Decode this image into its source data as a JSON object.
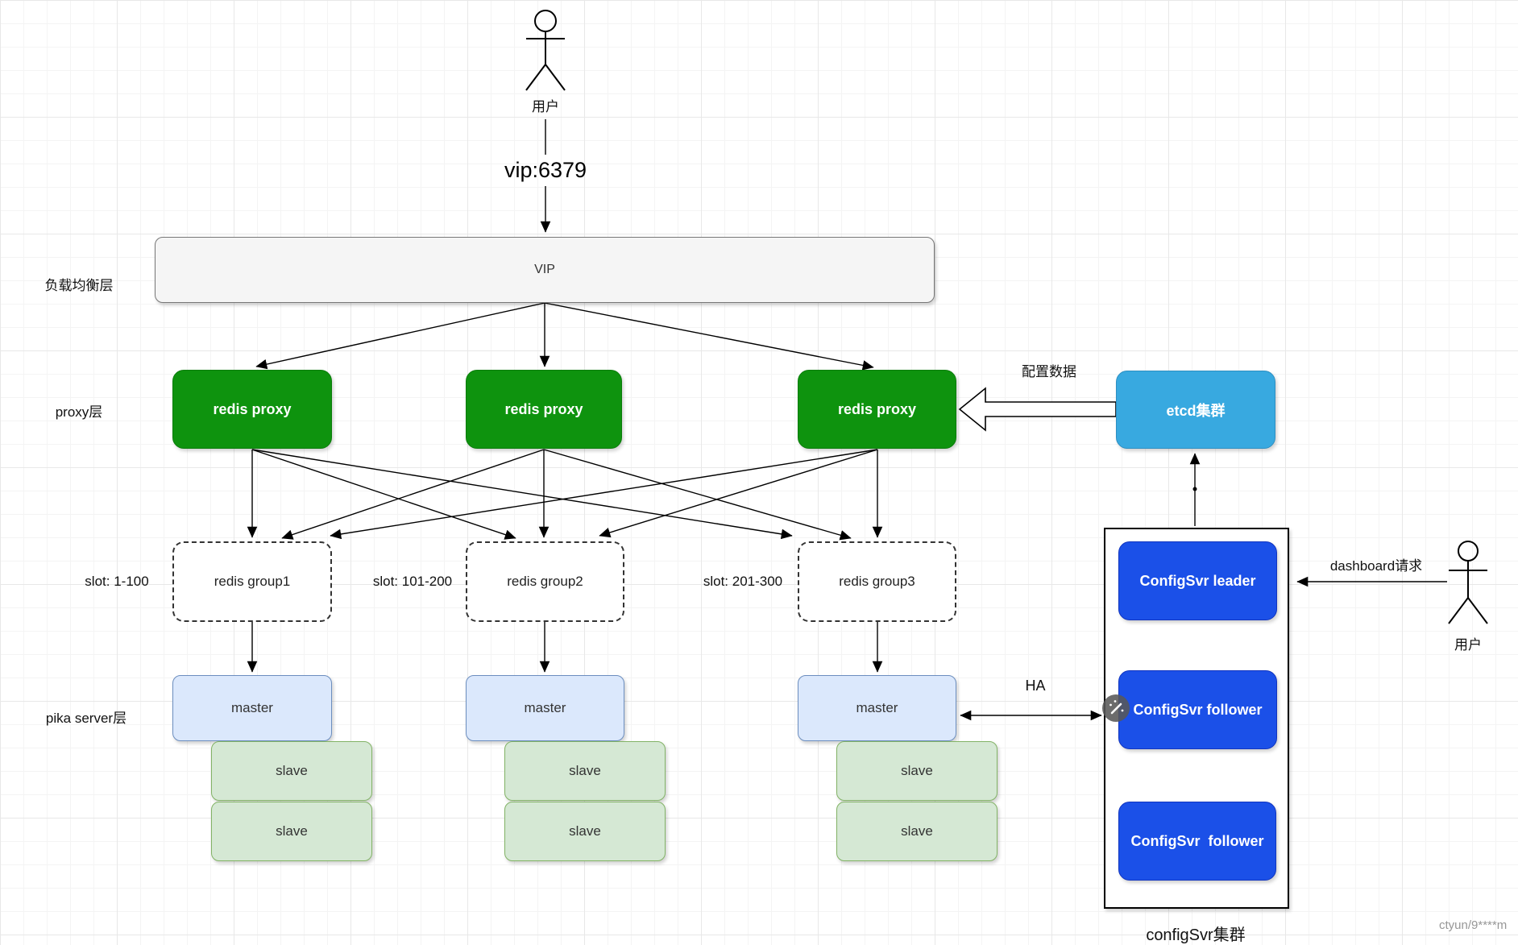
{
  "diagram": {
    "top_actor_label": "用户",
    "vip_entry": "vip:6379",
    "vip_node": "VIP",
    "lb_layer_label": "负载均衡层",
    "proxy_layer_label": "proxy层",
    "proxy_nodes": [
      "redis proxy",
      "redis proxy",
      "redis proxy"
    ],
    "etcd_node": "etcd集群",
    "config_data_label": "配置数据",
    "groups": [
      {
        "slot": "slot: 1-100",
        "label": "redis group1"
      },
      {
        "slot": "slot: 101-200",
        "label": "redis group2"
      },
      {
        "slot": "slot: 201-300",
        "label": "redis group3"
      }
    ],
    "pika_layer_label": "pika server层",
    "masters": [
      "master",
      "master",
      "master"
    ],
    "slaves": [
      "slave",
      "slave",
      "slave",
      "slave",
      "slave",
      "slave"
    ],
    "ha_label": "HA",
    "configsvr": {
      "nodes": [
        "ConfigSvr leader",
        "ConfigSvr follower",
        "ConfigSvr  follower"
      ],
      "cluster_label": "configSvr集群"
    },
    "dashboard_request_label": "dashboard请求",
    "right_actor_label": "用户",
    "watermark": "ctyun/9****m"
  },
  "colors": {
    "proxy_green": "#0E930E",
    "etcd_blue": "#38A9E0",
    "configsvr_blue": "#1B50E8",
    "master_fill": "#DBE8FC",
    "master_border": "#6C8EBF",
    "slave_fill": "#D5E8D4",
    "slave_border": "#82B366",
    "vip_fill": "#F5F5F5",
    "line_black": "#000000"
  }
}
